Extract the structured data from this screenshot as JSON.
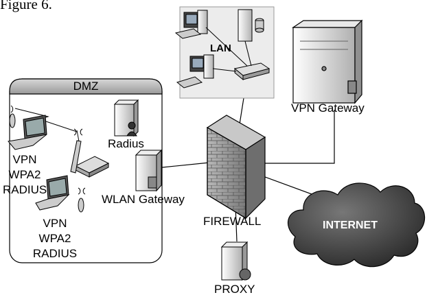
{
  "caption": "Figure 6.",
  "zones": {
    "dmz": "DMZ",
    "lan": "LAN"
  },
  "nodes": {
    "vpn_gateway": "VPN Gateway",
    "radius": "Radius",
    "wlan_gateway": "WLAN Gateway",
    "firewall": "FIREWALL",
    "proxy": "PROXY",
    "internet": "INTERNET"
  },
  "clients": {
    "client1": [
      "VPN",
      "WPA2",
      "RADIUS"
    ],
    "client2": [
      "VPN",
      "WPA2",
      "RADIUS"
    ]
  },
  "colors": {
    "cloud": "#3c3c3c",
    "firewall": "#8a8a8a",
    "dmz_bar": "#b5b5b5",
    "lan_bg": "#ececec"
  }
}
